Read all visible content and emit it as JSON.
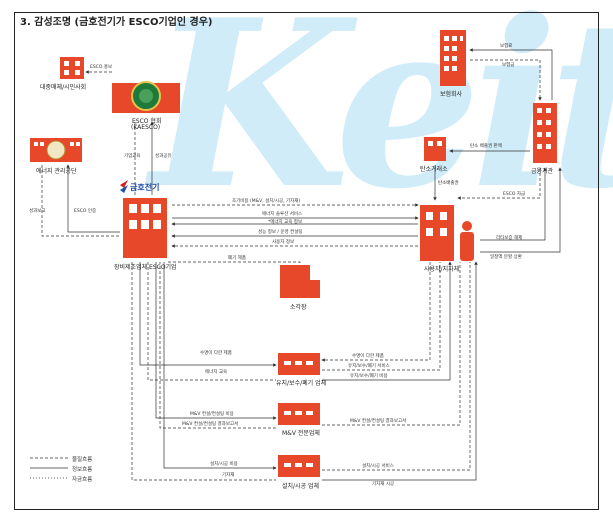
{
  "title": "3. 감성조명 (금호전기가 ESCO기업인 경우)",
  "watermark": "Keit",
  "nodes": {
    "assoc": "대중매체/시민사회",
    "esco_assoc": "ESCO 협회",
    "esco_assoc_sub": "(KAESCO)",
    "energy_agency": "에너지 관리공단",
    "company_logo": "금호전기",
    "esco_company": "장비제조업체 ESCO기업",
    "incinerator": "소각장",
    "maintenance": "유지/보수/폐기 업체",
    "mv": "M&V 전문업체",
    "install": "설치/시공 업체",
    "insurance": "보험회사",
    "carbon_exchange": "탄소거래소",
    "finance": "금융기관",
    "user": "사용자/지자체"
  },
  "edges": {
    "esco_pr": "ESCO 홍보",
    "member_edu": "기업교육",
    "perf_share": "성과공유",
    "perf_report": "성과보고",
    "esco_cert": "ESCO 인증",
    "insurance_fee": "보험료",
    "insurance_money": "보험금",
    "carbon_trade": "탄소 배출권 판매",
    "carbon_emission": "탄소배출권",
    "esco_fund": "ESCO 자금",
    "loan_repay": "리타보증 해제",
    "repayment": "일정액 분할 상환",
    "e1": "초기비용 (M&V, 설치/시공, 기자재)",
    "e2": "에너지 솔루션 서비스",
    "e2b": "*에너지 교육 정보",
    "e3": "성능 정보 / 운영 컨설팅",
    "e4": "사용자 정보",
    "waste": "폐기 제품",
    "m1": "수명이 다한 제품",
    "m2": "에너지 교육",
    "m3": "수명이 다한 제품",
    "m4": "유지/보수/폐기 서비스",
    "m5": "유지/보수/폐기 비용",
    "v1": "M&V 컨설/컨설팅 비용",
    "v2": "M&V 컨설/컨설팅 결과보고서",
    "v3": "M&V 컨설/컨설팅 결과보고서",
    "i1": "설치/시공 비용",
    "i2": "기자재",
    "i3": "설치/시공 서비스",
    "i4": "기자재 시공"
  },
  "legend": {
    "material": "물질흐름",
    "info": "정보흐름",
    "money": "자금흐름"
  },
  "colors": {
    "building": "#e8482a",
    "building_dark": "#c23a1e",
    "line": "#333333"
  }
}
